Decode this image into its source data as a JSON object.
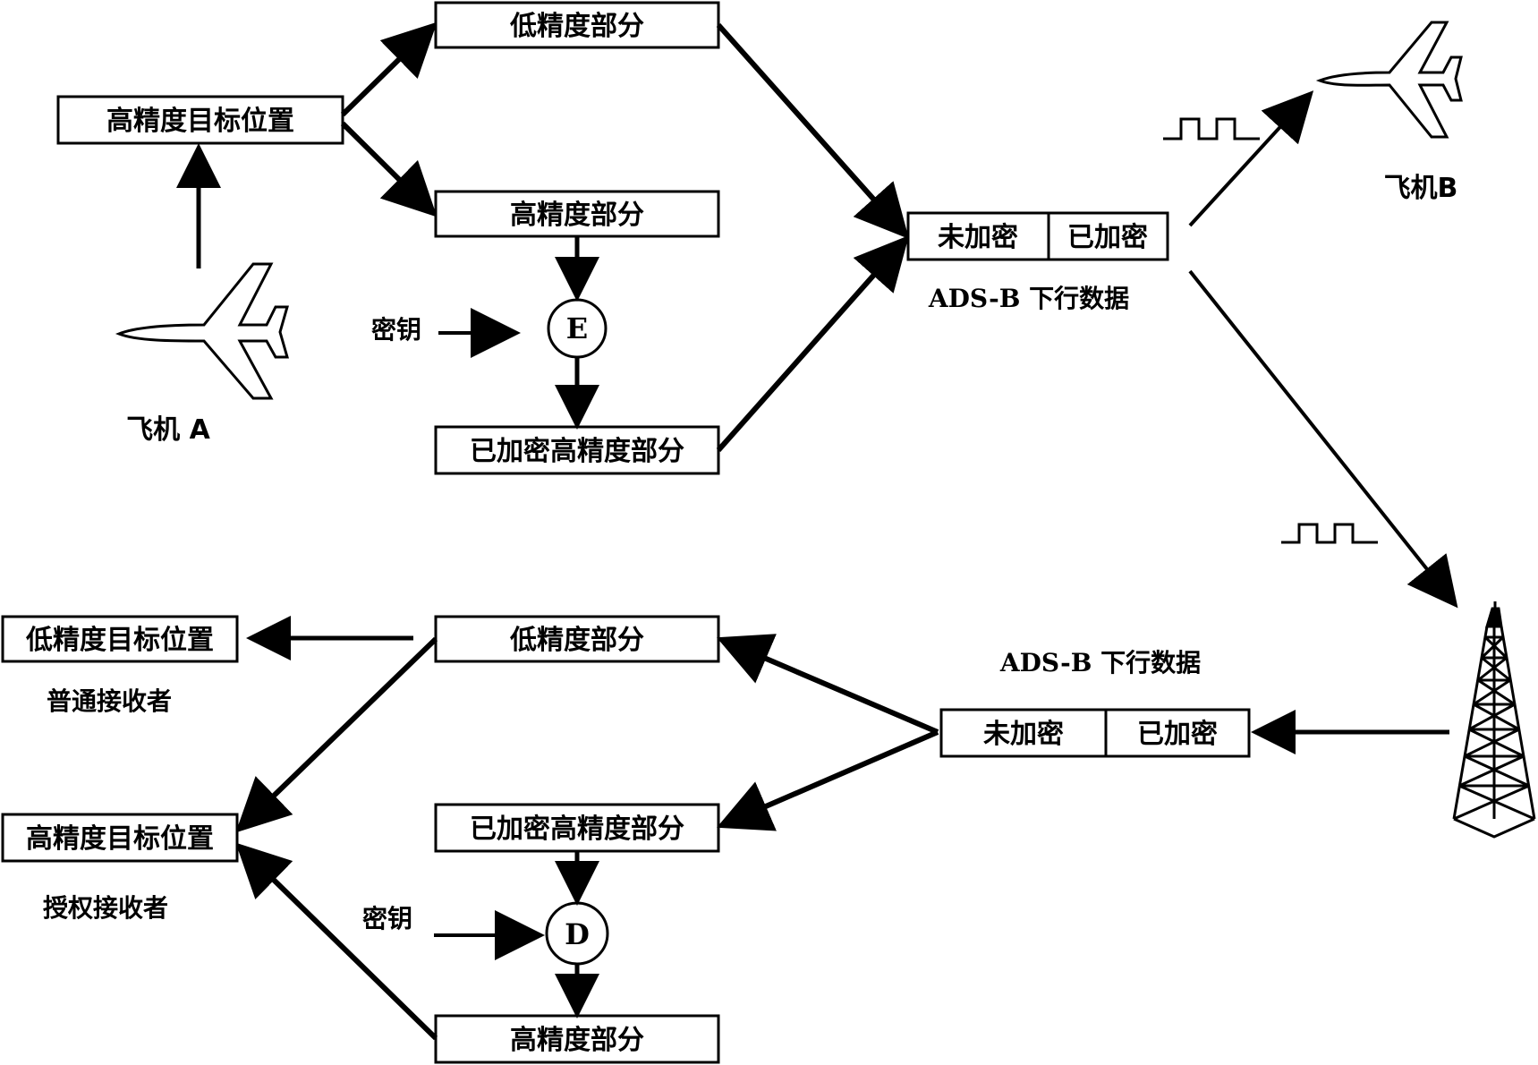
{
  "top": {
    "high_precision_target": "高精度目标位置",
    "low_precision_part": "低精度部分",
    "high_precision_part": "高精度部分",
    "encrypted_high_part": "已加密高精度部分",
    "key_label": "密钥",
    "encrypt_symbol": "E",
    "aircraft_a": "飞机 A",
    "aircraft_b": "飞机B",
    "packet": {
      "unencrypted": "未加密",
      "encrypted": "已加密"
    },
    "downlink_label": "ADS-B 下行数据"
  },
  "bottom": {
    "downlink_label": "ADS-B 下行数据",
    "packet": {
      "unencrypted": "未加密",
      "encrypted": "已加密"
    },
    "low_precision_part": "低精度部分",
    "encrypted_high_part": "已加密高精度部分",
    "key_label": "密钥",
    "decrypt_symbol": "D",
    "high_precision_part": "高精度部分",
    "low_precision_target": "低精度目标位置",
    "normal_receiver": "普通接收者",
    "high_precision_target": "高精度目标位置",
    "authorized_receiver": "授权接收者"
  }
}
